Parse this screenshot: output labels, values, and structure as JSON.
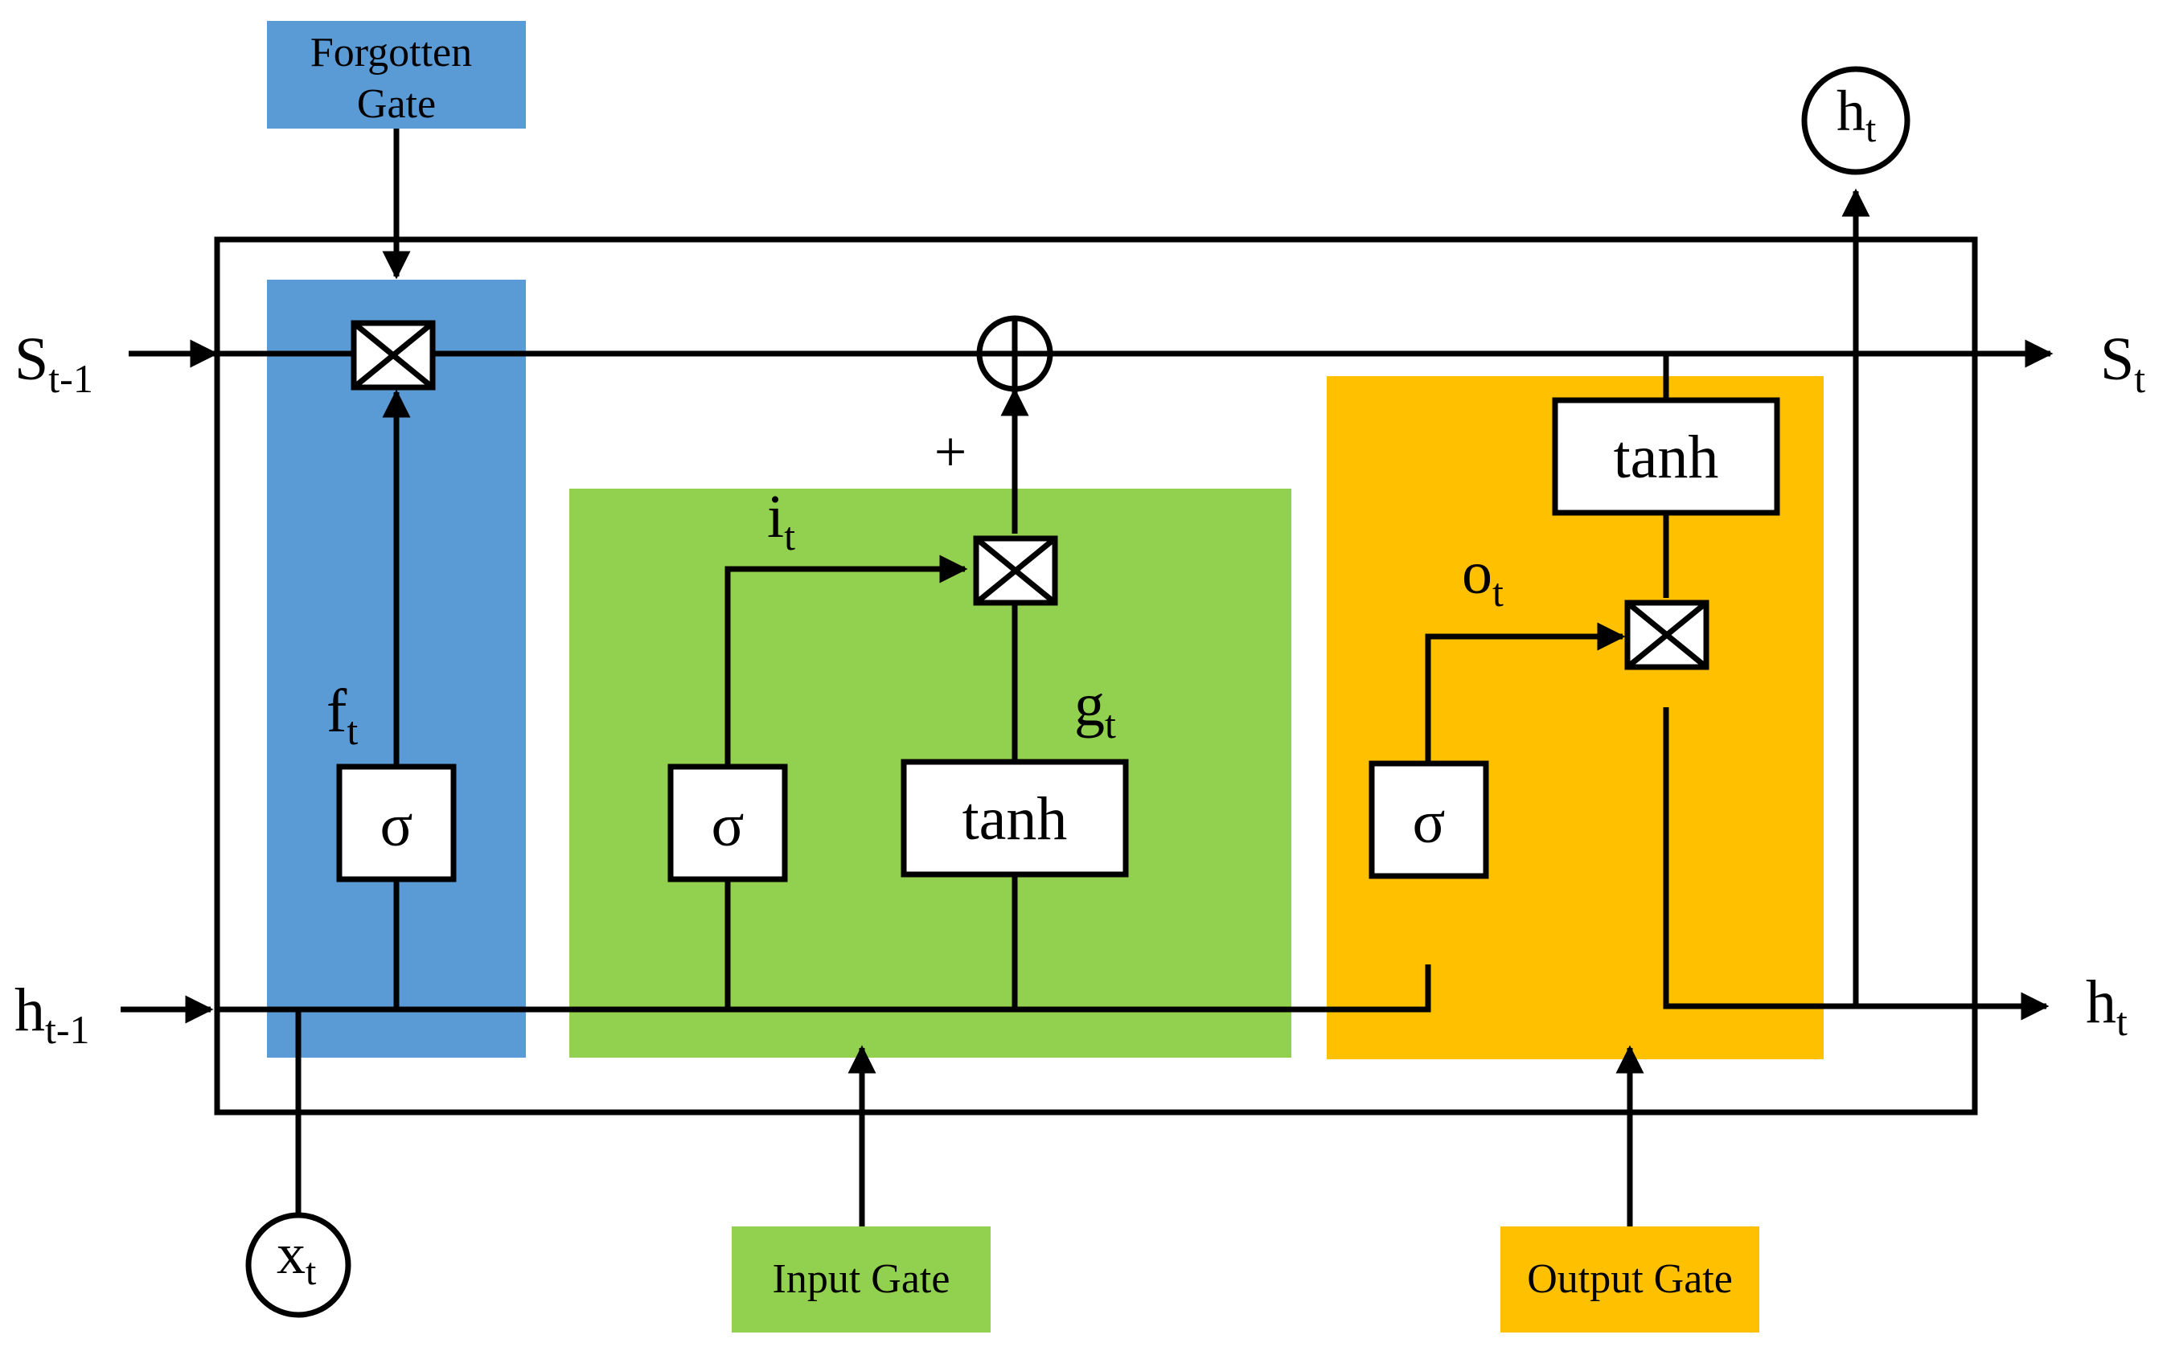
{
  "colors": {
    "forget_gate": "#5b9bd5",
    "input_gate": "#92d050",
    "output_gate": "#ffc000",
    "line": "#000000",
    "background": "#ffffff"
  },
  "gate_labels": {
    "forget": [
      "Forgotten",
      "Gate"
    ],
    "input": "Input Gate",
    "output": "Output Gate"
  },
  "ops": {
    "sigma": "σ",
    "tanh": "tanh",
    "plus": "+"
  },
  "signals": {
    "s_prev": {
      "base": "S",
      "sub": "t-1"
    },
    "s_next": {
      "base": "S",
      "sub": "t"
    },
    "h_prev": {
      "base": "h",
      "sub": "t-1"
    },
    "h_next": {
      "base": "h",
      "sub": "t"
    },
    "h_top": {
      "base": "h",
      "sub": "t"
    },
    "x_in": {
      "base": "x",
      "sub": "t"
    },
    "f": {
      "base": "f",
      "sub": "t"
    },
    "i": {
      "base": "i",
      "sub": "t"
    },
    "g": {
      "base": "g",
      "sub": "t"
    },
    "o": {
      "base": "o",
      "sub": "t"
    }
  }
}
